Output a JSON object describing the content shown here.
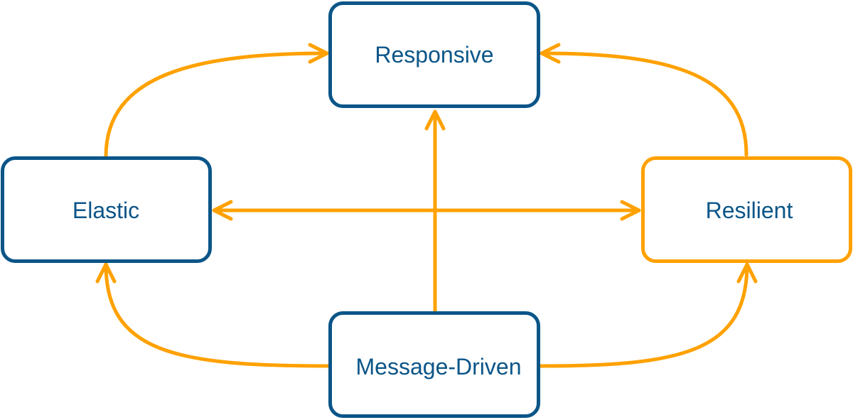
{
  "colors": {
    "primary_border": "#0b5588",
    "highlight_border": "#ffa100",
    "arrow": "#ffa100",
    "label_text": "#0b5588",
    "background": "#ffffff"
  },
  "nodes": {
    "responsive": {
      "label": "Responsive",
      "highlighted": false
    },
    "elastic": {
      "label": "Elastic",
      "highlighted": false
    },
    "resilient": {
      "label": "Resilient",
      "highlighted": true
    },
    "message_driven": {
      "label": "Message-Driven",
      "highlighted": false
    }
  },
  "edges": [
    {
      "from": "elastic",
      "to": "responsive",
      "style": "curved"
    },
    {
      "from": "resilient",
      "to": "responsive",
      "style": "curved"
    },
    {
      "from": "message_driven",
      "to": "responsive",
      "style": "straight"
    },
    {
      "from": "elastic",
      "to": "resilient",
      "style": "straight",
      "bidirectional": true
    },
    {
      "from": "message_driven",
      "to": "elastic",
      "style": "curved"
    },
    {
      "from": "message_driven",
      "to": "resilient",
      "style": "curved"
    }
  ]
}
